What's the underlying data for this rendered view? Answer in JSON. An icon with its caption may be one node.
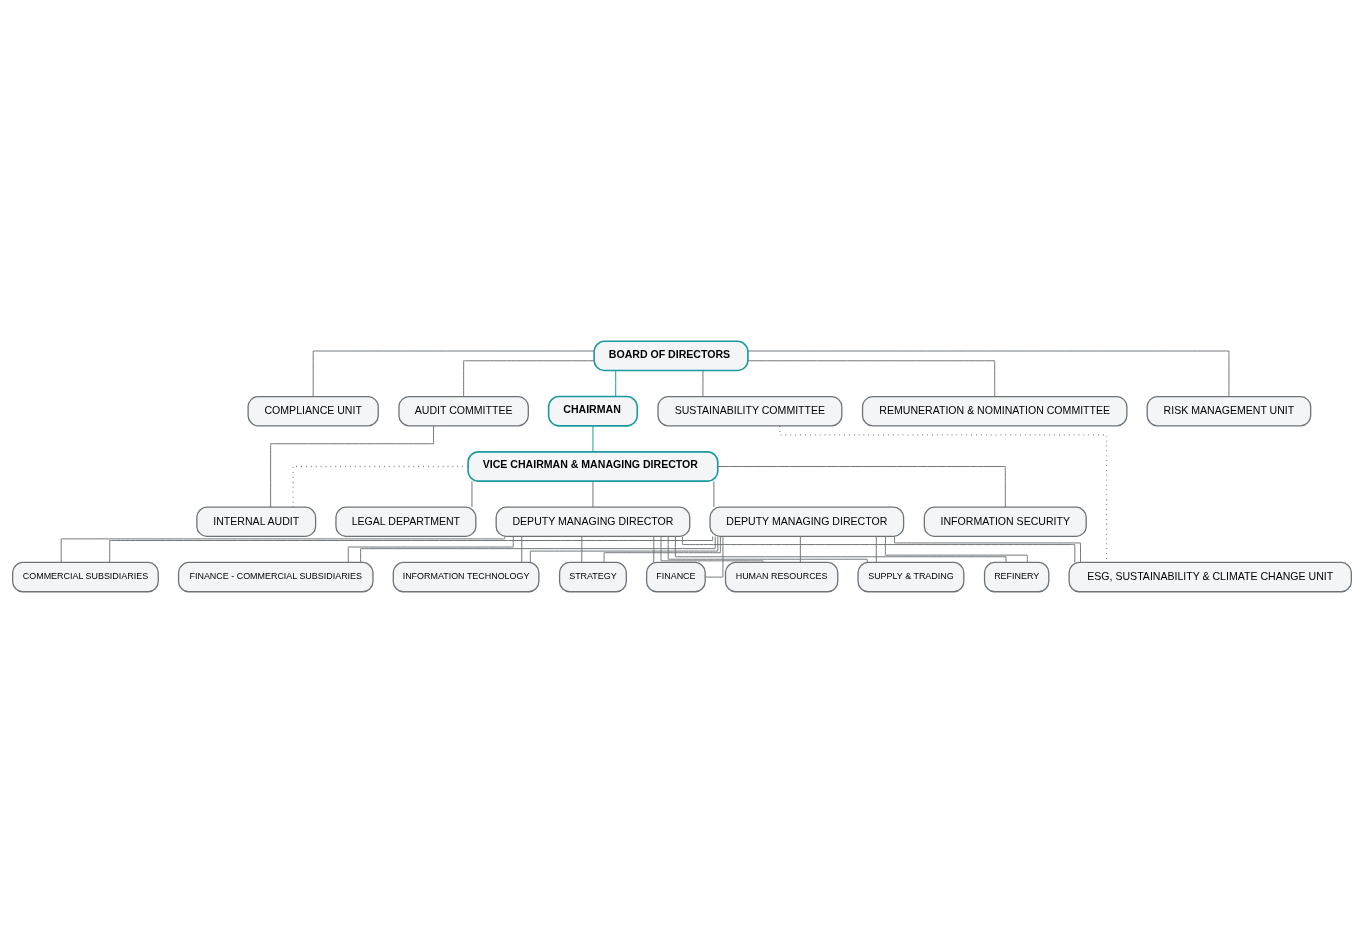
{
  "diagram": {
    "nodes": [
      {
        "text": [
          "BOARD OF DIRECTORS"
        ]
      },
      {
        "text": [
          "COMPLIANCE UNIT"
        ]
      },
      {
        "text": [
          "AUDIT COMMITTEE"
        ]
      },
      {
        "text": [
          "REMUNERATION & NOMINATION COMMITTEE"
        ]
      },
      {
        "text": [
          "RISK MANAGEMENT UNIT"
        ]
      },
      {
        "text": [
          "CHAIRMAN"
        ]
      },
      {
        "text": [
          "SUSTAINABILITY COMMITTEE"
        ]
      },
      {
        "text": [
          "VICE CHAIRMAN & MANAGING DIRECTOR"
        ]
      },
      {
        "text": [
          "LEGAL DEPARTMENT"
        ]
      },
      {
        "text": [
          "INFORMATION SECURITY"
        ]
      },
      {
        "text": [
          "INTERNAL AUDIT"
        ]
      },
      {
        "text": [
          "DEPUTY MANAGING DIRECTOR"
        ]
      },
      {
        "text": [
          "DEPUTY MANAGING DIRECTOR"
        ]
      },
      {
        "text": [
          "ESG, SUSTAINABILITY & CLIMATE CHANGE UNIT"
        ]
      },
      {
        "text": [
          "COMMERCIAL SUBSIDIARIES"
        ]
      },
      {
        "text": [
          "FINANCE - COMMERCIAL SUBSIDIARIES"
        ]
      },
      {
        "text": [
          "INFORMATION TECHNOLOGY"
        ]
      },
      {
        "text": [
          "STRATEGY"
        ]
      },
      {
        "text": [
          "FINANCE"
        ]
      },
      {
        "text": [
          "HUMAN RESOURCES"
        ]
      },
      {
        "text": [
          "SUPPLY & TRADING"
        ]
      },
      {
        "text": [
          "REFINERY"
        ]
      }
    ],
    "edges": [
      {
        "from": 0,
        "to": 1,
        "arrow": "none"
      },
      {
        "from": 0,
        "to": 4,
        "arrow": "none"
      },
      {
        "from": 0,
        "to": 2,
        "arrow": "none"
      },
      {
        "from": 0,
        "to": 3,
        "arrow": "none"
      },
      {
        "from": 0,
        "to": 6,
        "arrow": "none"
      },
      {
        "from": 0,
        "to": 5,
        "arrow": "none",
        "color": "#1a9aa0"
      },
      {
        "from": 5,
        "to": 7,
        "arrow": "none",
        "color": "#1a9aa0"
      },
      {
        "from": 7,
        "to": 8,
        "arrow": "none"
      },
      {
        "from": 7,
        "to": 9,
        "arrow": "none"
      },
      {
        "from": 7,
        "to": 10,
        "arrow": "none",
        "style": "dashed"
      },
      {
        "from": 2,
        "to": 10,
        "arrow": "none"
      },
      {
        "from": 7,
        "to": 11,
        "arrow": "none"
      },
      {
        "from": 7,
        "to": 12,
        "arrow": "none"
      },
      {
        "from": 6,
        "to": 13,
        "arrow": "none",
        "style": "dashed"
      },
      {
        "from": 11,
        "to": 13,
        "arrow": "none"
      },
      {
        "from": 12,
        "to": 13,
        "arrow": "none"
      },
      {
        "from": 11,
        "to": 14,
        "arrow": "none"
      },
      {
        "from": 12,
        "to": 14,
        "arrow": "none"
      },
      {
        "from": 11,
        "to": 15,
        "arrow": "none"
      },
      {
        "from": 12,
        "to": 15,
        "arrow": "none"
      },
      {
        "from": 11,
        "to": 16,
        "arrow": "none"
      },
      {
        "from": 12,
        "to": 16,
        "arrow": "none"
      },
      {
        "from": 11,
        "to": 17,
        "arrow": "none"
      },
      {
        "from": 12,
        "to": 17,
        "arrow": "none"
      },
      {
        "from": 11,
        "to": 18,
        "arrow": "none"
      },
      {
        "from": 12,
        "to": 18,
        "arrow": "none"
      },
      {
        "from": 11,
        "to": 19,
        "arrow": "none"
      },
      {
        "from": 12,
        "to": 19,
        "arrow": "none"
      },
      {
        "from": 11,
        "to": 20,
        "arrow": "none"
      },
      {
        "from": 12,
        "to": 20,
        "arrow": "none"
      },
      {
        "from": 11,
        "to": 21,
        "arrow": "none"
      },
      {
        "from": 12,
        "to": 21,
        "arrow": "none"
      }
    ]
  }
}
